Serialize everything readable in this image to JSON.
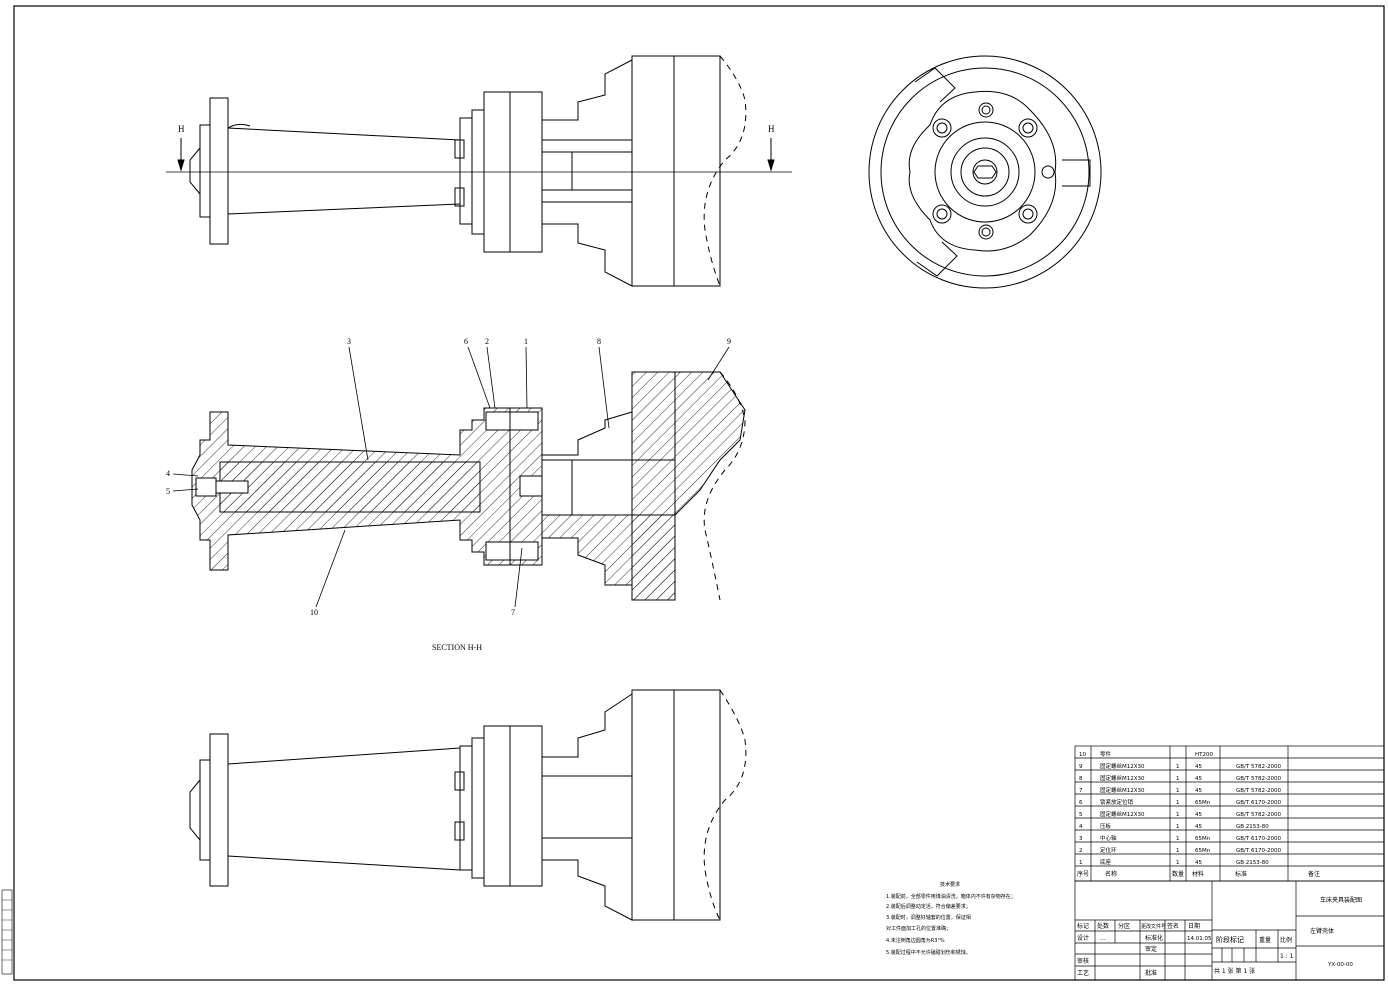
{
  "views": {
    "section_label": "SECTION  H-H",
    "cut_letter_left": "H",
    "cut_letter_right": "H"
  },
  "balloons": [
    "1",
    "2",
    "3",
    "4",
    "5",
    "6",
    "7",
    "8",
    "9",
    "10"
  ],
  "parts_list": {
    "rows": [
      {
        "no": "10",
        "name": "零件",
        "qty": "",
        "material": "HT200",
        "std": "",
        "note": ""
      },
      {
        "no": "9",
        "name": "固定螺丝M12X30",
        "qty": "1",
        "material": "45",
        "std": "GB/T 5782-2000",
        "note": ""
      },
      {
        "no": "8",
        "name": "固定螺丝M12X30",
        "qty": "1",
        "material": "45",
        "std": "GB/T 5782-2000",
        "note": ""
      },
      {
        "no": "7",
        "name": "固定螺丝M12X30",
        "qty": "1",
        "material": "45",
        "std": "GB/T 5782-2000",
        "note": ""
      },
      {
        "no": "6",
        "name": "锁紧放定位销",
        "qty": "1",
        "material": "65Mn",
        "std": "GB/T 6170-2000",
        "note": ""
      },
      {
        "no": "5",
        "name": "固定螺丝M12X30",
        "qty": "1",
        "material": "45",
        "std": "GB/T 5782-2000",
        "note": ""
      },
      {
        "no": "4",
        "name": "压板",
        "qty": "1",
        "material": "45",
        "std": "GB 2153-80",
        "note": ""
      },
      {
        "no": "3",
        "name": "中心轴",
        "qty": "1",
        "material": "65Mn",
        "std": "GB/T 6170-2000",
        "note": ""
      },
      {
        "no": "2",
        "name": "定位环",
        "qty": "1",
        "material": "65Mn",
        "std": "GB/T 6170-2000",
        "note": ""
      },
      {
        "no": "1",
        "name": "底座",
        "qty": "1",
        "material": "45",
        "std": "GB 2153-80",
        "note": ""
      }
    ],
    "header": {
      "no": "序号",
      "name": "名称",
      "qty": "数量",
      "material": "材料",
      "std": "标准",
      "note": "备注"
    }
  },
  "title_block": {
    "drawing_title": "车床夹具装配图",
    "part_title": "左臂壳体",
    "drawing_no": "YX-00-00",
    "scale": "1 : 1",
    "sheets": "共 1 张  第 1 张",
    "date": "14.01.05",
    "labels": {
      "mark": "标记",
      "count": "处数",
      "zone": "分区",
      "doc": "更改文件号",
      "sign": "签名",
      "date": "日期",
      "design": "设计",
      "standardize": "标准化",
      "stage": "阶段标记",
      "weight": "重量",
      "ratio": "比例",
      "review": "审核",
      "process": "工艺",
      "approve": "批准",
      "check": "审定",
      "dots": "..."
    }
  },
  "tech_notes": {
    "title": "技术要求",
    "lines": [
      "1.装配前，全部零件用煤油清洗，箱体内不许有杂物存在；",
      "2.装配后调整动定活，符合偏差要求；",
      "3.装配时，调整好轴套的位置，保证相",
      "对工件面加工孔的位置准确；",
      "4.未注倒角边圆角为R3°%",
      "5.装配过程中不允许磕碰划伤和锈蚀。"
    ]
  }
}
